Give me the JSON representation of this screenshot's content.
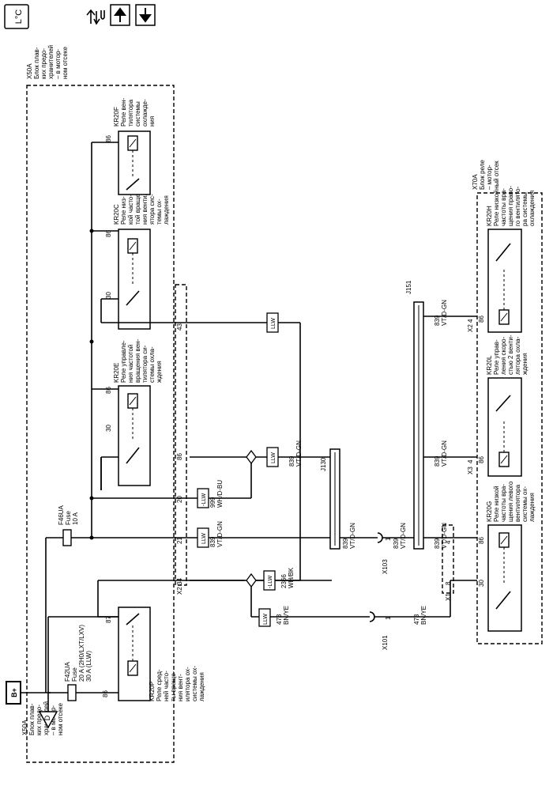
{
  "toolbar": {
    "legend_icon": "location-legend-icon",
    "navigate_icon": "navigate-icon",
    "up_icon": "arrow-up-icon",
    "down_icon": "arrow-down-icon",
    "legend_glyph": "L°C"
  },
  "blocks": {
    "x50a_top": [
      "X50A",
      "Блок плав-",
      "ких предо-",
      "хранителей",
      "– в мотор-",
      "ном отсеке"
    ],
    "x50a_bottom": [
      "X50A",
      "Блок плав-",
      "ких предо-",
      "хранителей",
      "– в мотор-",
      "ном отсеке"
    ],
    "x70a": [
      "X70A",
      "Блок реле",
      "– мотор-",
      "ный отсек"
    ]
  },
  "power": {
    "label": "B+"
  },
  "ground_symbol": "D",
  "fuses": {
    "f42ua": [
      "F42UA",
      "Fuse",
      "20 A (2H0/LXT/LXV)",
      "30 A (LLW)"
    ],
    "f46ua": [
      "F46UA",
      "Fuse",
      "10 A"
    ]
  },
  "relays": {
    "kr20p": [
      "KR20P",
      "Реле сред-",
      "ней часто-",
      "ты враще-",
      "ния вент-",
      "илятора ох-",
      "лаждения",
      "системы ох-"
    ],
    "kr20e": [
      "KR20E",
      "Реле управле-",
      "ния частотой",
      "вращения вен-",
      "тилятора си-",
      "стемы охла-",
      "ждения"
    ],
    "kr20c": [
      "KR20C",
      "Реле низ-",
      "кой часто-",
      "той враще-",
      "ния вентил-",
      "ятора сис-",
      "темы ох-",
      "лаждения"
    ],
    "kr20f": [
      "KR20F",
      "Реле вен-",
      "тилятора",
      "системы",
      "охлажде-",
      "ния"
    ],
    "kr20g": [
      "KR20G",
      "Реле низкой",
      "частоты вра-",
      "щения левого",
      "вентилятора",
      "системы ох-",
      "лаждения"
    ],
    "kr20l": [
      "KR20L",
      "Реле управ-",
      "ления скоро-",
      "стью 2 венти-",
      "лятора охла-",
      "ждения"
    ],
    "kr20h": [
      "KR20H",
      "Реле низкой",
      "частоты вра-",
      "щения право-",
      "го вентилято-",
      "ра системы",
      "охлаждения"
    ]
  },
  "pins": {
    "p86a": "86",
    "p87": "87",
    "p86e": "86",
    "p30e": "30",
    "p86c": "86",
    "p30c": "30",
    "p86f": "86",
    "x2_34": "34",
    "x2_21": "21",
    "x2_20": "20",
    "x2_86": "86",
    "x2_43": "43",
    "x2_label": "X2",
    "x1_8": "8",
    "x1_4": "4",
    "x1_label": "X1",
    "g30": "30",
    "g86": "86",
    "x3_4": "4",
    "x3_label": "X3",
    "l86": "86",
    "h86": "86",
    "x2b_4": "4",
    "x2b_label": "X2",
    "x103_1": "1",
    "x101_1": "1"
  },
  "wires": {
    "w473a": [
      "473",
      "BN/YE"
    ],
    "w2366": [
      "2366",
      "WH/BK"
    ],
    "w839a": [
      "839",
      "VT/D-GN"
    ],
    "w999": [
      "999",
      "WH/D-BU"
    ],
    "w839b": [
      "839",
      "VT/D-GN"
    ],
    "w839c": [
      "839",
      "VT/D-GN"
    ],
    "w839d": [
      "839",
      "VT/D-GN"
    ],
    "w473b": [
      "473",
      "BN/YE"
    ],
    "w839e": [
      "839",
      "VT/D-GN"
    ],
    "w839f": [
      "839",
      "VT/D-GN"
    ],
    "w839g": [
      "839",
      "VT/D-GN"
    ]
  },
  "options": {
    "llw1": "LLW",
    "llw2": "-LLW",
    "llw3": "LLW",
    "llw4": "-LLW",
    "llw5": "LLW",
    "llw6": "LLW"
  },
  "connectors": {
    "x103": "X103",
    "x101": "X101"
  },
  "splices": {
    "j130": "J130",
    "j151": "J151"
  }
}
